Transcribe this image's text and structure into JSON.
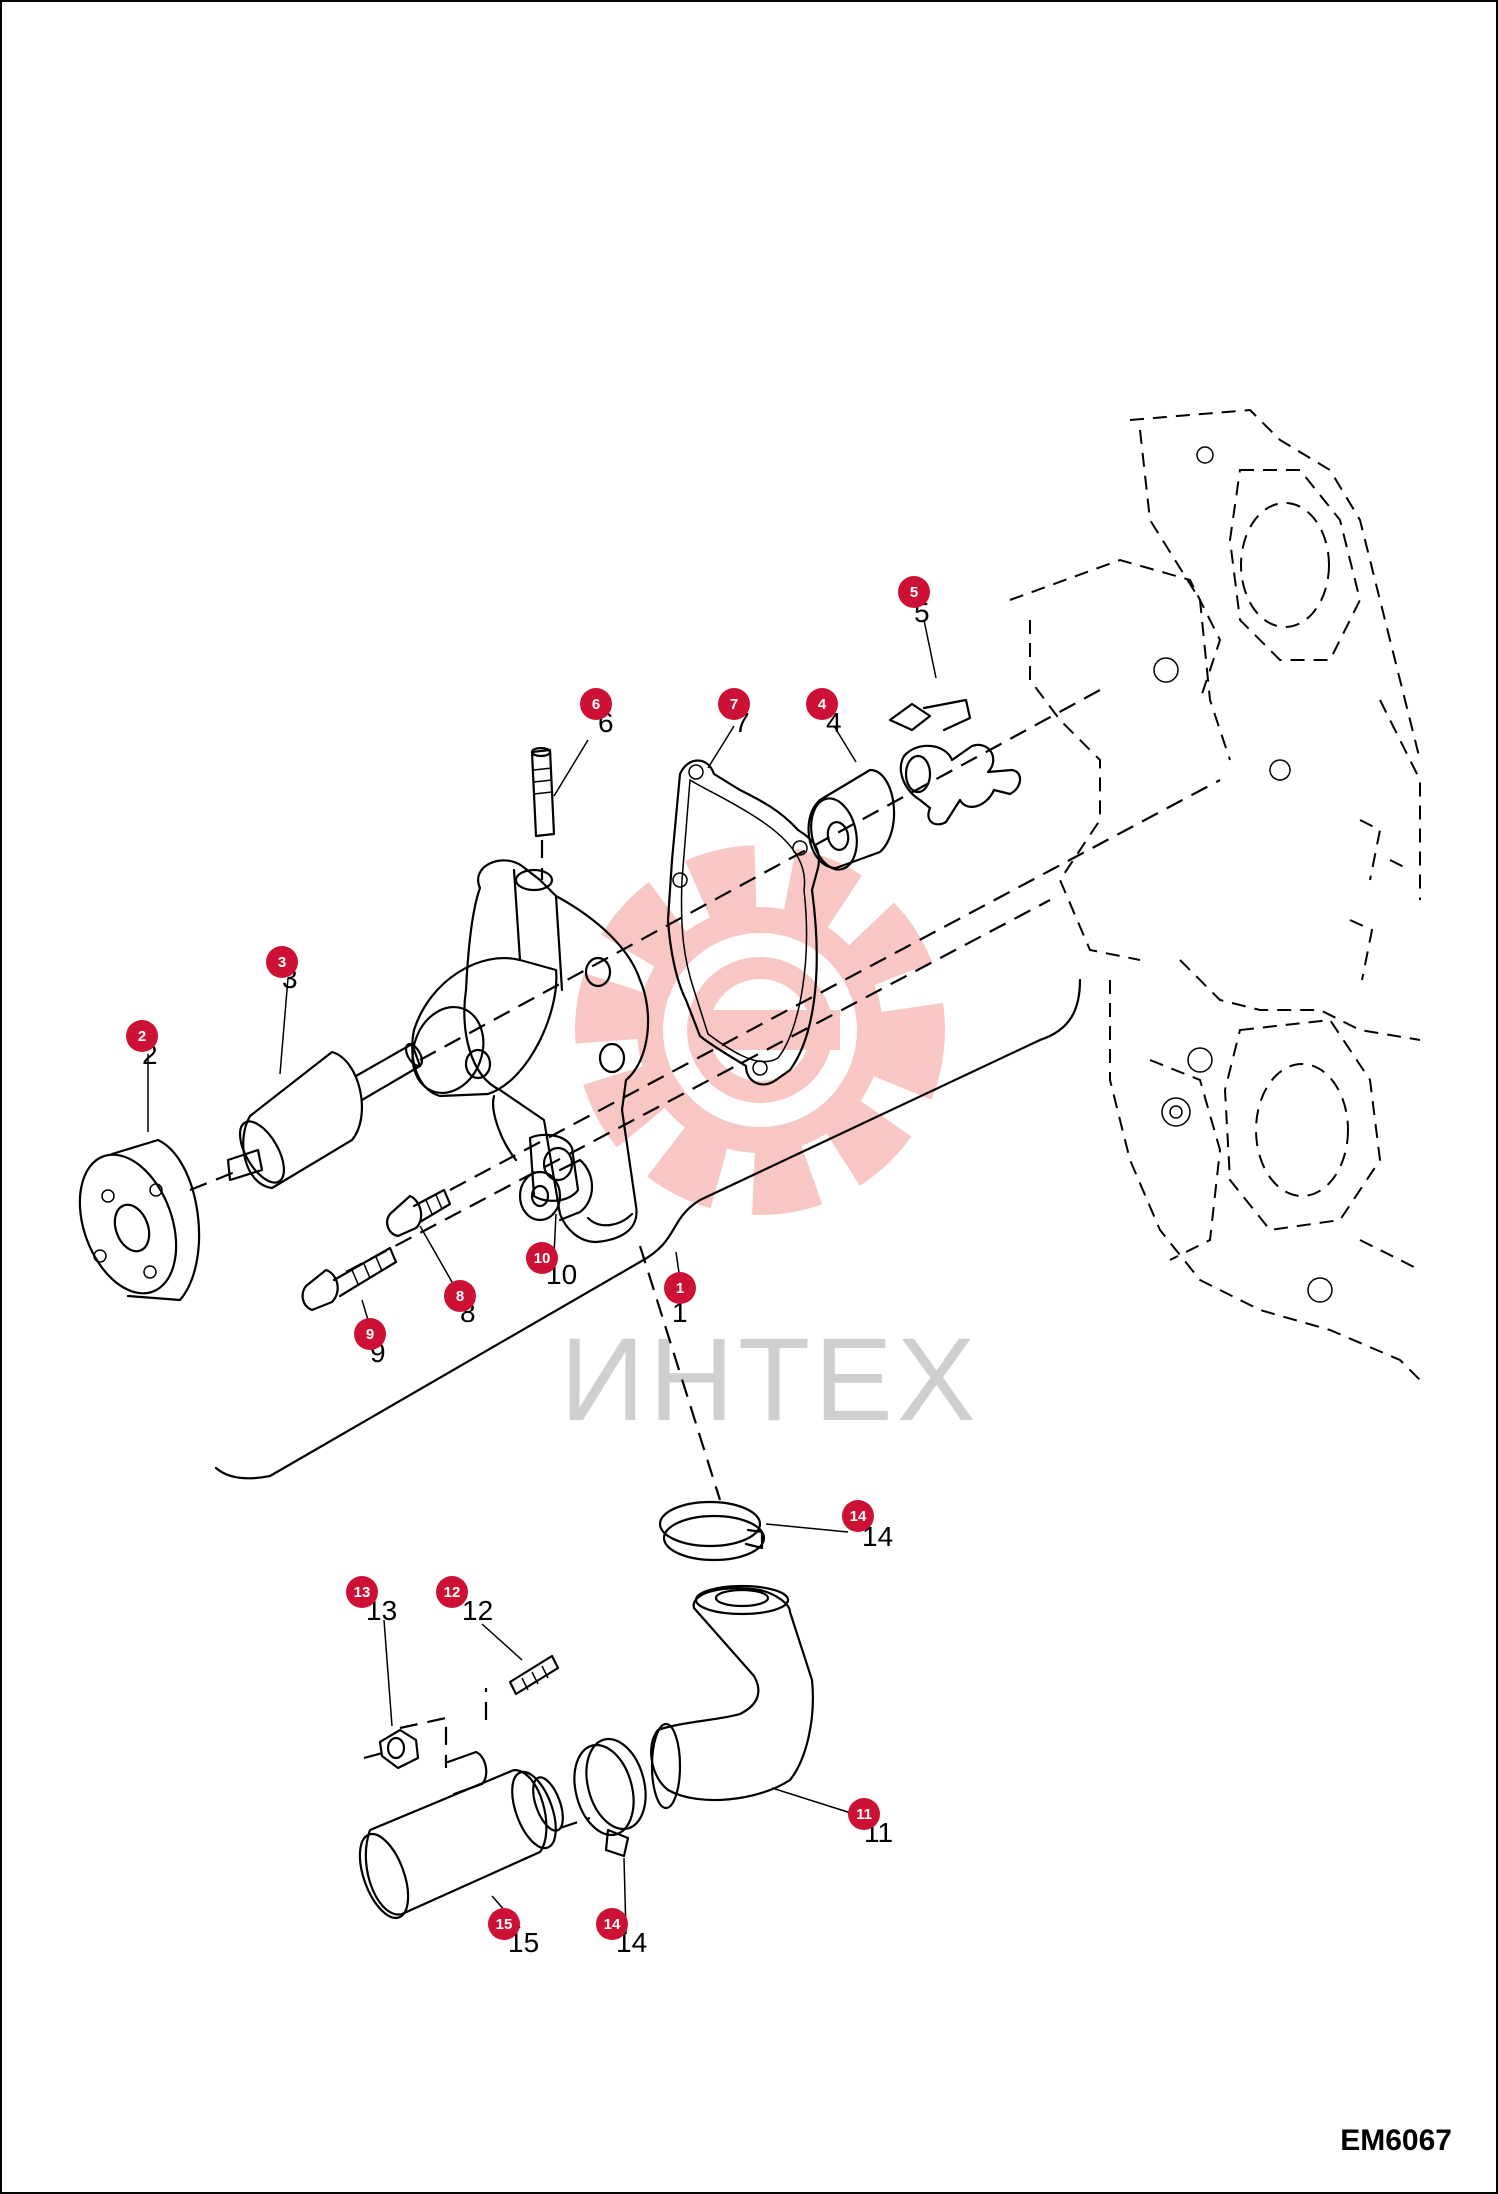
{
  "diagram_code": "EM6067",
  "watermark": {
    "text": "ИНТЕХ",
    "color": "#e8392f"
  },
  "badge_color": "#cc1134",
  "callouts": [
    {
      "id": "1",
      "number_label": "1"
    },
    {
      "id": "2",
      "number_label": "2"
    },
    {
      "id": "3",
      "number_label": "3"
    },
    {
      "id": "4",
      "number_label": "4"
    },
    {
      "id": "5",
      "number_label": "5"
    },
    {
      "id": "6",
      "number_label": "6"
    },
    {
      "id": "7",
      "number_label": "7"
    },
    {
      "id": "8",
      "number_label": "8"
    },
    {
      "id": "9",
      "number_label": "9"
    },
    {
      "id": "10",
      "number_label": "10"
    },
    {
      "id": "11",
      "number_label": "11"
    },
    {
      "id": "12",
      "number_label": "12"
    },
    {
      "id": "13",
      "number_label": "13"
    },
    {
      "id": "14",
      "number_label": "14"
    },
    {
      "id": "14",
      "number_label": "14"
    },
    {
      "id": "15",
      "number_label": "15"
    }
  ]
}
